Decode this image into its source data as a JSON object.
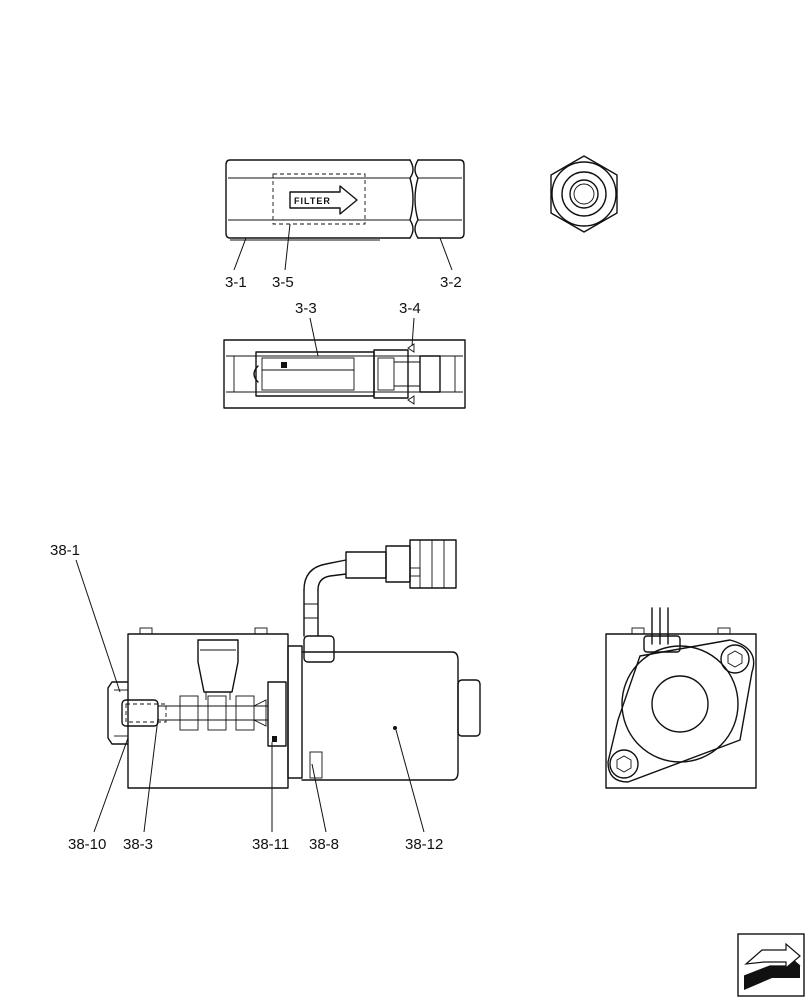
{
  "filter_stamp": "FILTER",
  "labels": {
    "l_3_1": "3-1",
    "l_3_5": "3-5",
    "l_3_2": "3-2",
    "l_3_3": "3-3",
    "l_3_4": "3-4",
    "l_38_1": "38-1",
    "l_38_10": "38-10",
    "l_38_3": "38-3",
    "l_38_11": "38-11",
    "l_38_8": "38-8",
    "l_38_12": "38-12"
  },
  "nav_icon": "next-page-arrow-icon"
}
